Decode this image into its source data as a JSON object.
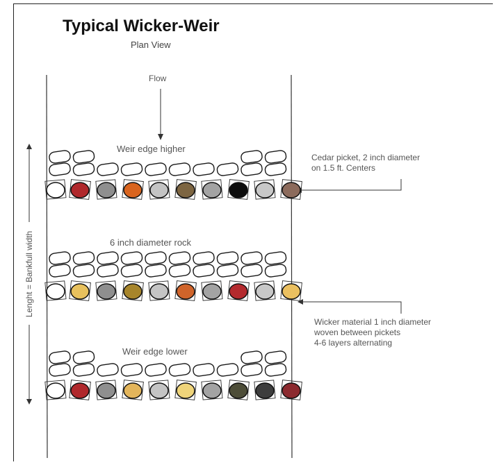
{
  "diagram": {
    "title": "Typical Wicker-Weir",
    "subtitle": "Plan View",
    "flow_label": "Flow",
    "side_label": "Lenght = Bankfull width",
    "annotations": {
      "cedar": [
        "Cedar picket, 2 inch diameter",
        "on 1.5 ft. Centers"
      ],
      "wicker": [
        "Wicker material 1 inch diameter",
        "woven between pickets",
        "4-6 layers alternating"
      ]
    },
    "rows": [
      {
        "label": "Weir edge higher",
        "picket_colors": [
          "#ffffff",
          "#b0282c",
          "#8f8f8f",
          "#d9641e",
          "#c4c4c4",
          "#7d6541",
          "#a3a3a3",
          "#0d0d0d",
          "#c8c8c8",
          "#8c6b5c"
        ]
      },
      {
        "label": "6 inch diameter rock",
        "picket_colors": [
          "#ffffff",
          "#e8c15d",
          "#8f8f8f",
          "#a7852b",
          "#c4c4c4",
          "#d0642a",
          "#a3a3a3",
          "#b42a2e",
          "#c8c8c8",
          "#ebc060"
        ]
      },
      {
        "label": "Weir edge lower",
        "picket_colors": [
          "#ffffff",
          "#b0282c",
          "#8f8f8f",
          "#e3b55b",
          "#c4c4c4",
          "#efd47a",
          "#a3a3a3",
          "#4d4d38",
          "#3d3d3d",
          "#8c2a2f"
        ]
      }
    ]
  }
}
